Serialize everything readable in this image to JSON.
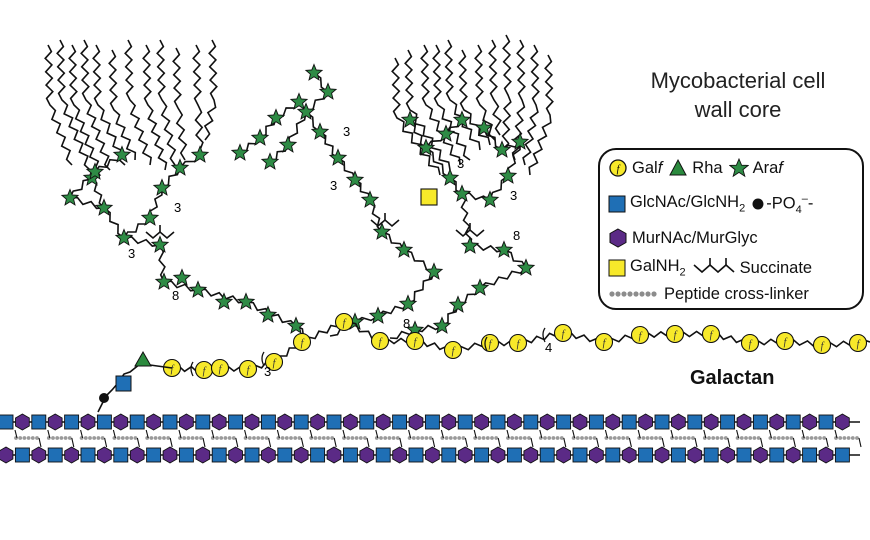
{
  "title": {
    "line1": "Mycobacterial cell",
    "line2": "wall core"
  },
  "galactan_label": "Galactan",
  "annotations": {
    "three": "3",
    "eight": "8",
    "four": "4"
  },
  "legend": {
    "galf_text": "Gal",
    "galf_italic": "f",
    "rha": "Rha",
    "araf_text": "Ara",
    "araf_italic": "f",
    "glcnac": "GlcNAc/GlcNH",
    "glcnac_sub": "2",
    "phosphate_prefix": "-PO",
    "phosphate_sub": "4",
    "phosphate_sup": "–",
    "phosphate_suffix": "-",
    "murnac": "MurNAc/MurGlyc",
    "galnh2": "GalNH",
    "galnh2_sub": "2",
    "succinate": "Succinate",
    "peptide": "Peptide cross-linker"
  },
  "residue_letter": "f",
  "colors": {
    "galf": "#f7e92a",
    "rha": "#2b8a3e",
    "araf": "#2e8b45",
    "glcnac": "#1f6fb5",
    "murnac": "#5b2a86",
    "galnh2": "#f7e92a",
    "line": "#111111",
    "peptide": "#9a9a9a"
  },
  "icons": [
    "galf-icon",
    "rha-icon",
    "araf-icon",
    "glcnac-icon",
    "phosphate-icon",
    "murnac-icon",
    "galnh2-icon",
    "succinate-icon",
    "peptide-icon"
  ]
}
